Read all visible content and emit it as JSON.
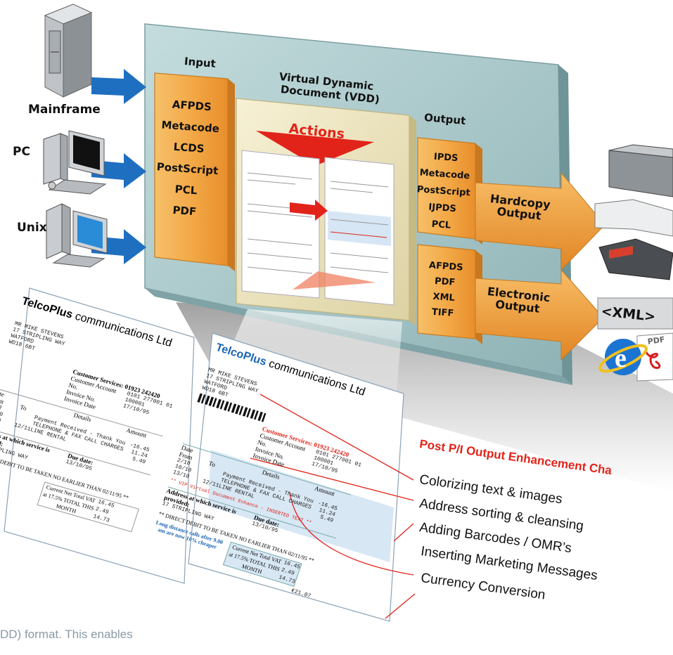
{
  "sources": [
    {
      "label": "Mainframe",
      "icon": "mainframe-icon"
    },
    {
      "label": "PC",
      "icon": "desktop-pc-icon"
    },
    {
      "label": "Unix",
      "icon": "unix-workstation-icon"
    }
  ],
  "input": {
    "title": "Input",
    "formats": [
      "AFPDS",
      "Metacode",
      "LCDS",
      "PostScript",
      "PCL",
      "PDF"
    ]
  },
  "vdd": {
    "title_line1": "Virtual Dynamic",
    "title_line2": "Document (VDD)",
    "actions_label": "Actions"
  },
  "output": {
    "title": "Output",
    "hardcopy_formats": [
      "IPDS",
      "Metacode",
      "PostScript",
      "IJPDS",
      "PCL"
    ],
    "electronic_formats": [
      "AFPDS",
      "PDF",
      "XML",
      "TIFF"
    ],
    "hardcopy_label_line1": "Hardcopy",
    "hardcopy_label_line2": "Output",
    "electronic_label_line1": "Electronic",
    "electronic_label_line2": "Output",
    "xml_badge": "<XML>",
    "pdf_badge": "PDF"
  },
  "enhancement": {
    "heading": "Post P/I Output Enhancement Cha",
    "items": [
      "Colorizing text & images",
      "Address sorting & cleansing",
      "Adding Barcodes / OMR’s",
      "Inserting Marketing Messages",
      "Currency Conversion"
    ]
  },
  "bill": {
    "brand_bold": "TelcoPlus",
    "brand_rest": "communications Ltd",
    "address": "MR MIKE STEVENS\n17 STRIPLING WAY\nWATFORD\nWD18 6BT",
    "customer_services": "Customer Services: 01923 242420",
    "account_label": "Customer Account No.",
    "invoice_no_label": "Invoice No.",
    "invoice_date_label": "Invoice Date",
    "account_values": "0101 277001 01\n100001\n17/10/95",
    "date_header": "Date",
    "from_header": "From",
    "to_header": "To",
    "details_header": "Details",
    "amount_header": "Amount",
    "dates_from": "2/10\n10/10\n13/10",
    "dates_to": "12/11",
    "details": "Payment Received - Thank You\nTELEPHONE & FAX CALL CHARGES\nLINE RENTAL",
    "amounts": "-16.45\n11.24\n5.49",
    "service_address_label": "Address at which service is provided:",
    "service_address": "17 STRIPLING WAY",
    "due_date_label": "Due date:",
    "due_date": "13/10/95",
    "direct_debit": "** DIRECT DEBIT TO BE TAKEN NO EARLIER THAN 02/11/95 **",
    "totals_labels": "Current Net Total\nVAT at 17.5%\nTOTAL THIS MONTH",
    "totals_values": "16.45\n2.49\n14.73",
    "inserted_text": "** VIP Virtual Document Enhance - INSERTED TEXT **",
    "marketing": "Long distance calls after 9.00 am are now 10% cheaper",
    "euro_total": "€21.07"
  },
  "footer_text": "DD) format. This enables",
  "colors": {
    "panel": "#a9c7c9",
    "box": "#f1ae4e",
    "arrow_blue": "#1f6fc0",
    "arrow_orange": "#f3a03a",
    "accent_red": "#e2231a",
    "vdd": "#f1e9c2"
  }
}
